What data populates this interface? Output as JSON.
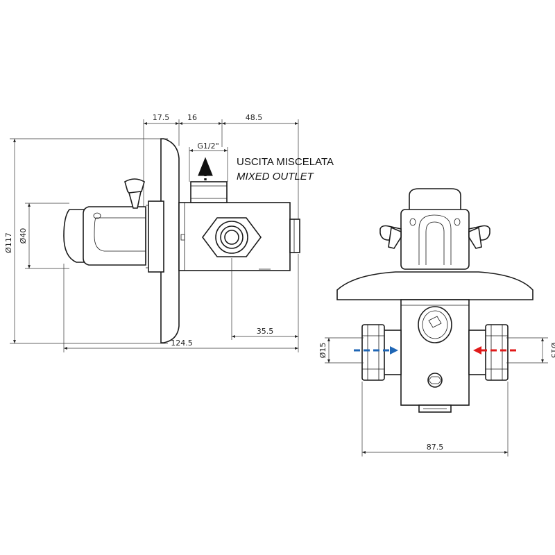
{
  "outlet_label": {
    "line_it": "USCITA MISCELATA",
    "line_en": "MIXED OUTLET"
  },
  "side_view": {
    "dim_top_left": "17.5",
    "dim_top_mid": "16",
    "dim_top_right": "48.5",
    "thread": "G1/2\"",
    "dim_plate_dia": "Ø117",
    "dim_body_dia": "Ø40",
    "dim_outlet_offset": "35.5",
    "dim_overall_length": "124.5"
  },
  "front_view": {
    "dim_inlet_left": "Ø15",
    "dim_inlet_right": "Ø15",
    "dim_width": "87.5"
  },
  "colors": {
    "cold_inlet_arrow": "#1f66b5",
    "hot_inlet_arrow": "#e01a1a",
    "line": "#1a1a1a"
  }
}
